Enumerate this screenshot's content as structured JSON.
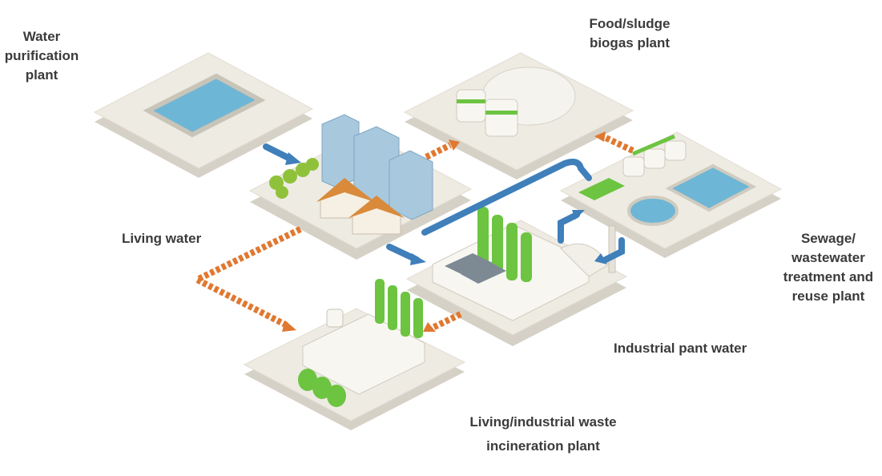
{
  "labels": {
    "water_purification": [
      "Water",
      "purification",
      "plant"
    ],
    "food_sludge": [
      "Food/sludge",
      "biogas plant"
    ],
    "living_water": "Living water",
    "sewage": [
      "Sewage/",
      "wastewater",
      "treatment and",
      "reuse plant"
    ],
    "industrial_water": "Industrial pant water",
    "incineration": [
      "Living/industrial waste",
      "incineration plant"
    ]
  },
  "colors": {
    "platform_top": "#eeebe3",
    "platform_side": "#d6d1c6",
    "water": "#6eb6d6",
    "pipe_blue": "#3f7fba",
    "arrow_orange": "#e07830",
    "green": "#6cc440",
    "building": "#a8c8de",
    "roof": "#d98a3a",
    "tree": "#8fc23a",
    "text": "#3b3b3b"
  }
}
